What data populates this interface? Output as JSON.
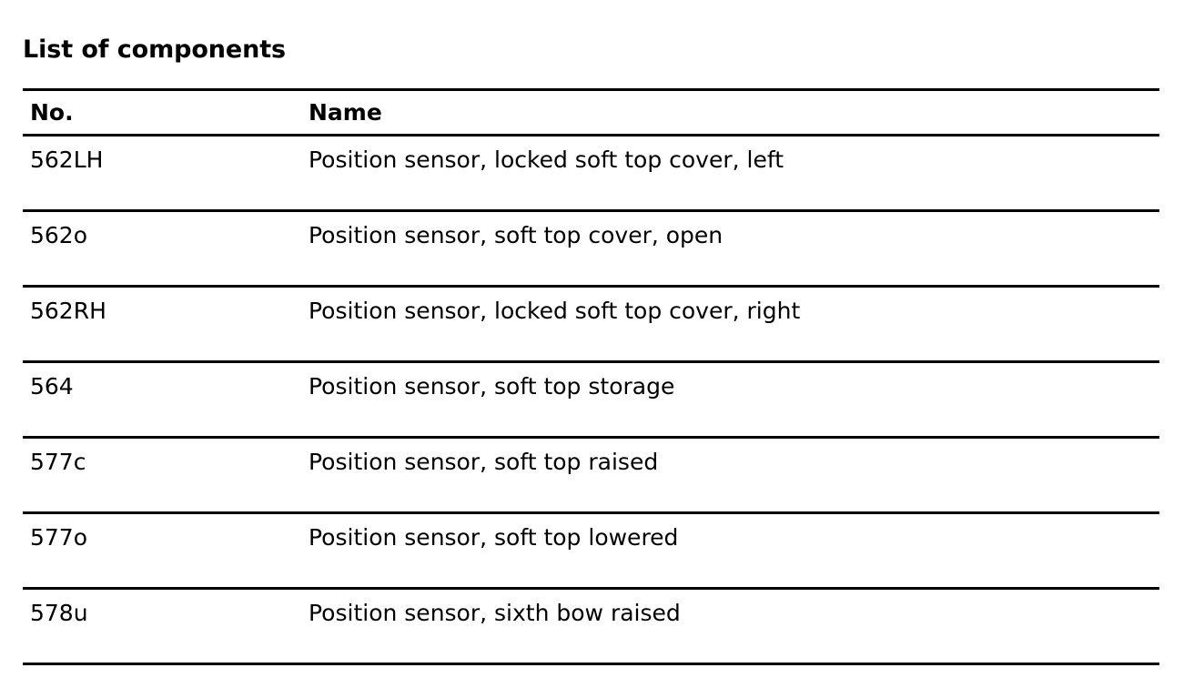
{
  "document": {
    "title": "List of components",
    "background_color": "#ffffff",
    "text_color": "#000000",
    "rule_color": "#000000"
  },
  "table": {
    "columns": [
      {
        "key": "no",
        "header": "No."
      },
      {
        "key": "name",
        "header": "Name"
      }
    ],
    "rows": [
      {
        "no": "562LH",
        "name": "Position sensor, locked soft top cover, left"
      },
      {
        "no": "562o",
        "name": "Position sensor, soft top cover, open"
      },
      {
        "no": "562RH",
        "name": "Position sensor, locked soft top cover, right"
      },
      {
        "no": "564",
        "name": "Position sensor, soft top storage"
      },
      {
        "no": "577c",
        "name": "Position sensor, soft top raised"
      },
      {
        "no": "577o",
        "name": "Position sensor, soft top lowered"
      },
      {
        "no": "578u",
        "name": "Position sensor, sixth bow raised"
      }
    ]
  }
}
